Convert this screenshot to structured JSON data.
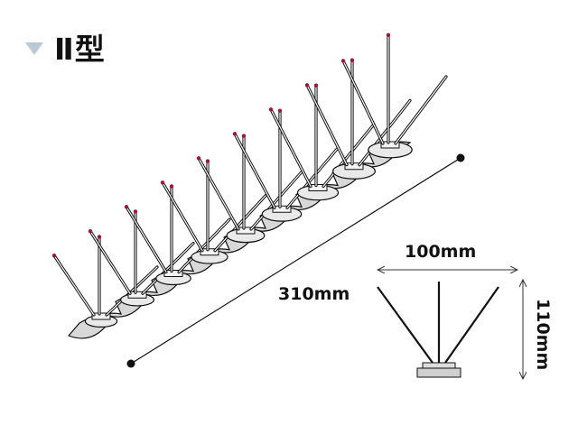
{
  "title": {
    "marker_color": "#b9c9d6",
    "text": "Ⅱ型"
  },
  "dimensions": {
    "length_label": "310mm",
    "width_label": "100mm",
    "height_label": "110mm"
  },
  "diagram": {
    "spike_units": 9,
    "base_color": "#d8d8d8",
    "tip_color": "#a0153e",
    "line_color": "#111111"
  }
}
